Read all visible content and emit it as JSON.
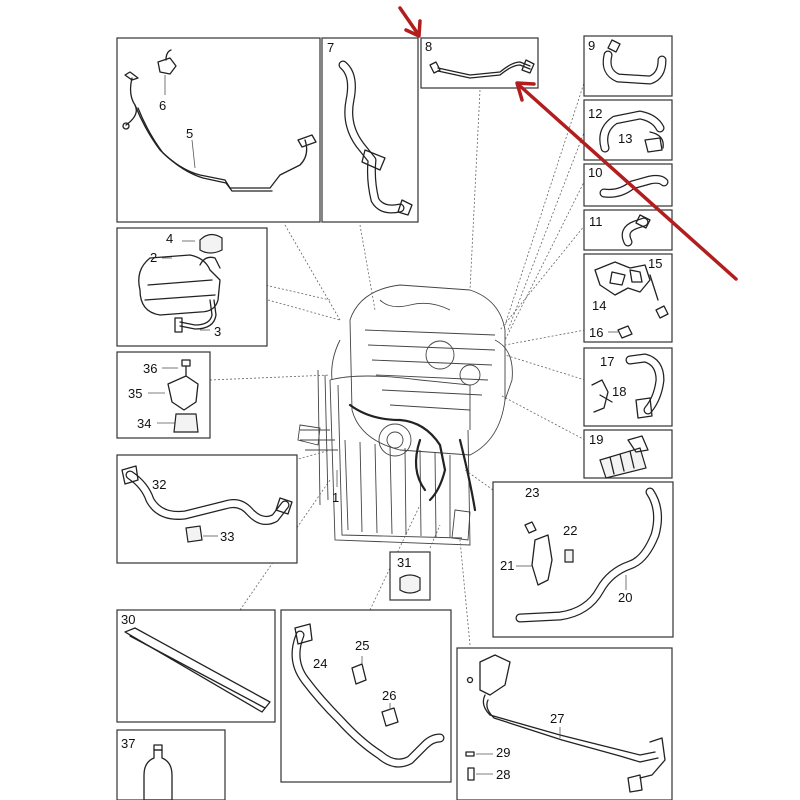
{
  "callouts": {
    "n1": "1",
    "n2": "2",
    "n3": "3",
    "n4": "4",
    "n5": "5",
    "n6": "6",
    "n7": "7",
    "n8": "8",
    "n9": "9",
    "n10": "10",
    "n11": "11",
    "n12": "12",
    "n13": "13",
    "n14": "14",
    "n15": "15",
    "n16": "16",
    "n17": "17",
    "n18": "18",
    "n19": "19",
    "n20": "20",
    "n21": "21",
    "n22": "22",
    "n23": "23",
    "n24": "24",
    "n25": "25",
    "n26": "26",
    "n27": "27",
    "n28": "28",
    "n29": "29",
    "n30": "30",
    "n31": "31",
    "n32": "32",
    "n33": "33",
    "n34": "34",
    "n35": "35",
    "n36": "36",
    "n37": "37"
  },
  "highlight": {
    "target_part": "8",
    "arrow_color": "#b21e1e",
    "arrow_count": 2
  },
  "colors": {
    "line": "#222222",
    "background": "#ffffff",
    "accent_arrow": "#b21e1e"
  }
}
